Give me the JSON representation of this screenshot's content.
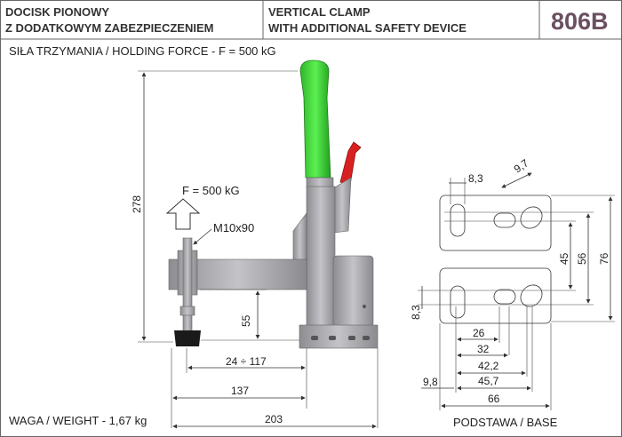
{
  "header": {
    "title_pl_line1": "DOCISK PIONOWY",
    "title_pl_line2": "Z DODATKOWYM ZABEZPIECZENIEM",
    "title_en_line1": "VERTICAL CLAMP",
    "title_en_line2": "WITH ADDITIONAL SAFETY DEVICE",
    "model_code": "806B"
  },
  "holding_force": "SIŁA TRZYMANIA / HOLDING FORCE - F = 500 kG",
  "weight": "WAGA / WEIGHT - 1,67 kg",
  "base_caption": "PODSTAWA / BASE",
  "colors": {
    "handle": "#3fd43a",
    "lever": "#d92020",
    "body": "#a9a9ad",
    "foot": "#1a1a1a",
    "code": "#6b5060"
  },
  "clamp_view": {
    "force_label": "F = 500 kG",
    "thread_label": "M10x90",
    "dims": {
      "height": "278",
      "spindle_height": "55",
      "reach_range": "24 ÷ 117",
      "reach": "137",
      "length": "203"
    }
  },
  "base_view": {
    "dims": {
      "slot_width_top": "8,3",
      "slot_diag": "9,7",
      "d45": "45",
      "d56": "56",
      "d76": "76",
      "slot_width_side": "8,3",
      "d26": "26",
      "d32": "32",
      "d42": "42,2",
      "d45_7": "45,7",
      "d9_8": "9,8",
      "d66": "66"
    }
  }
}
